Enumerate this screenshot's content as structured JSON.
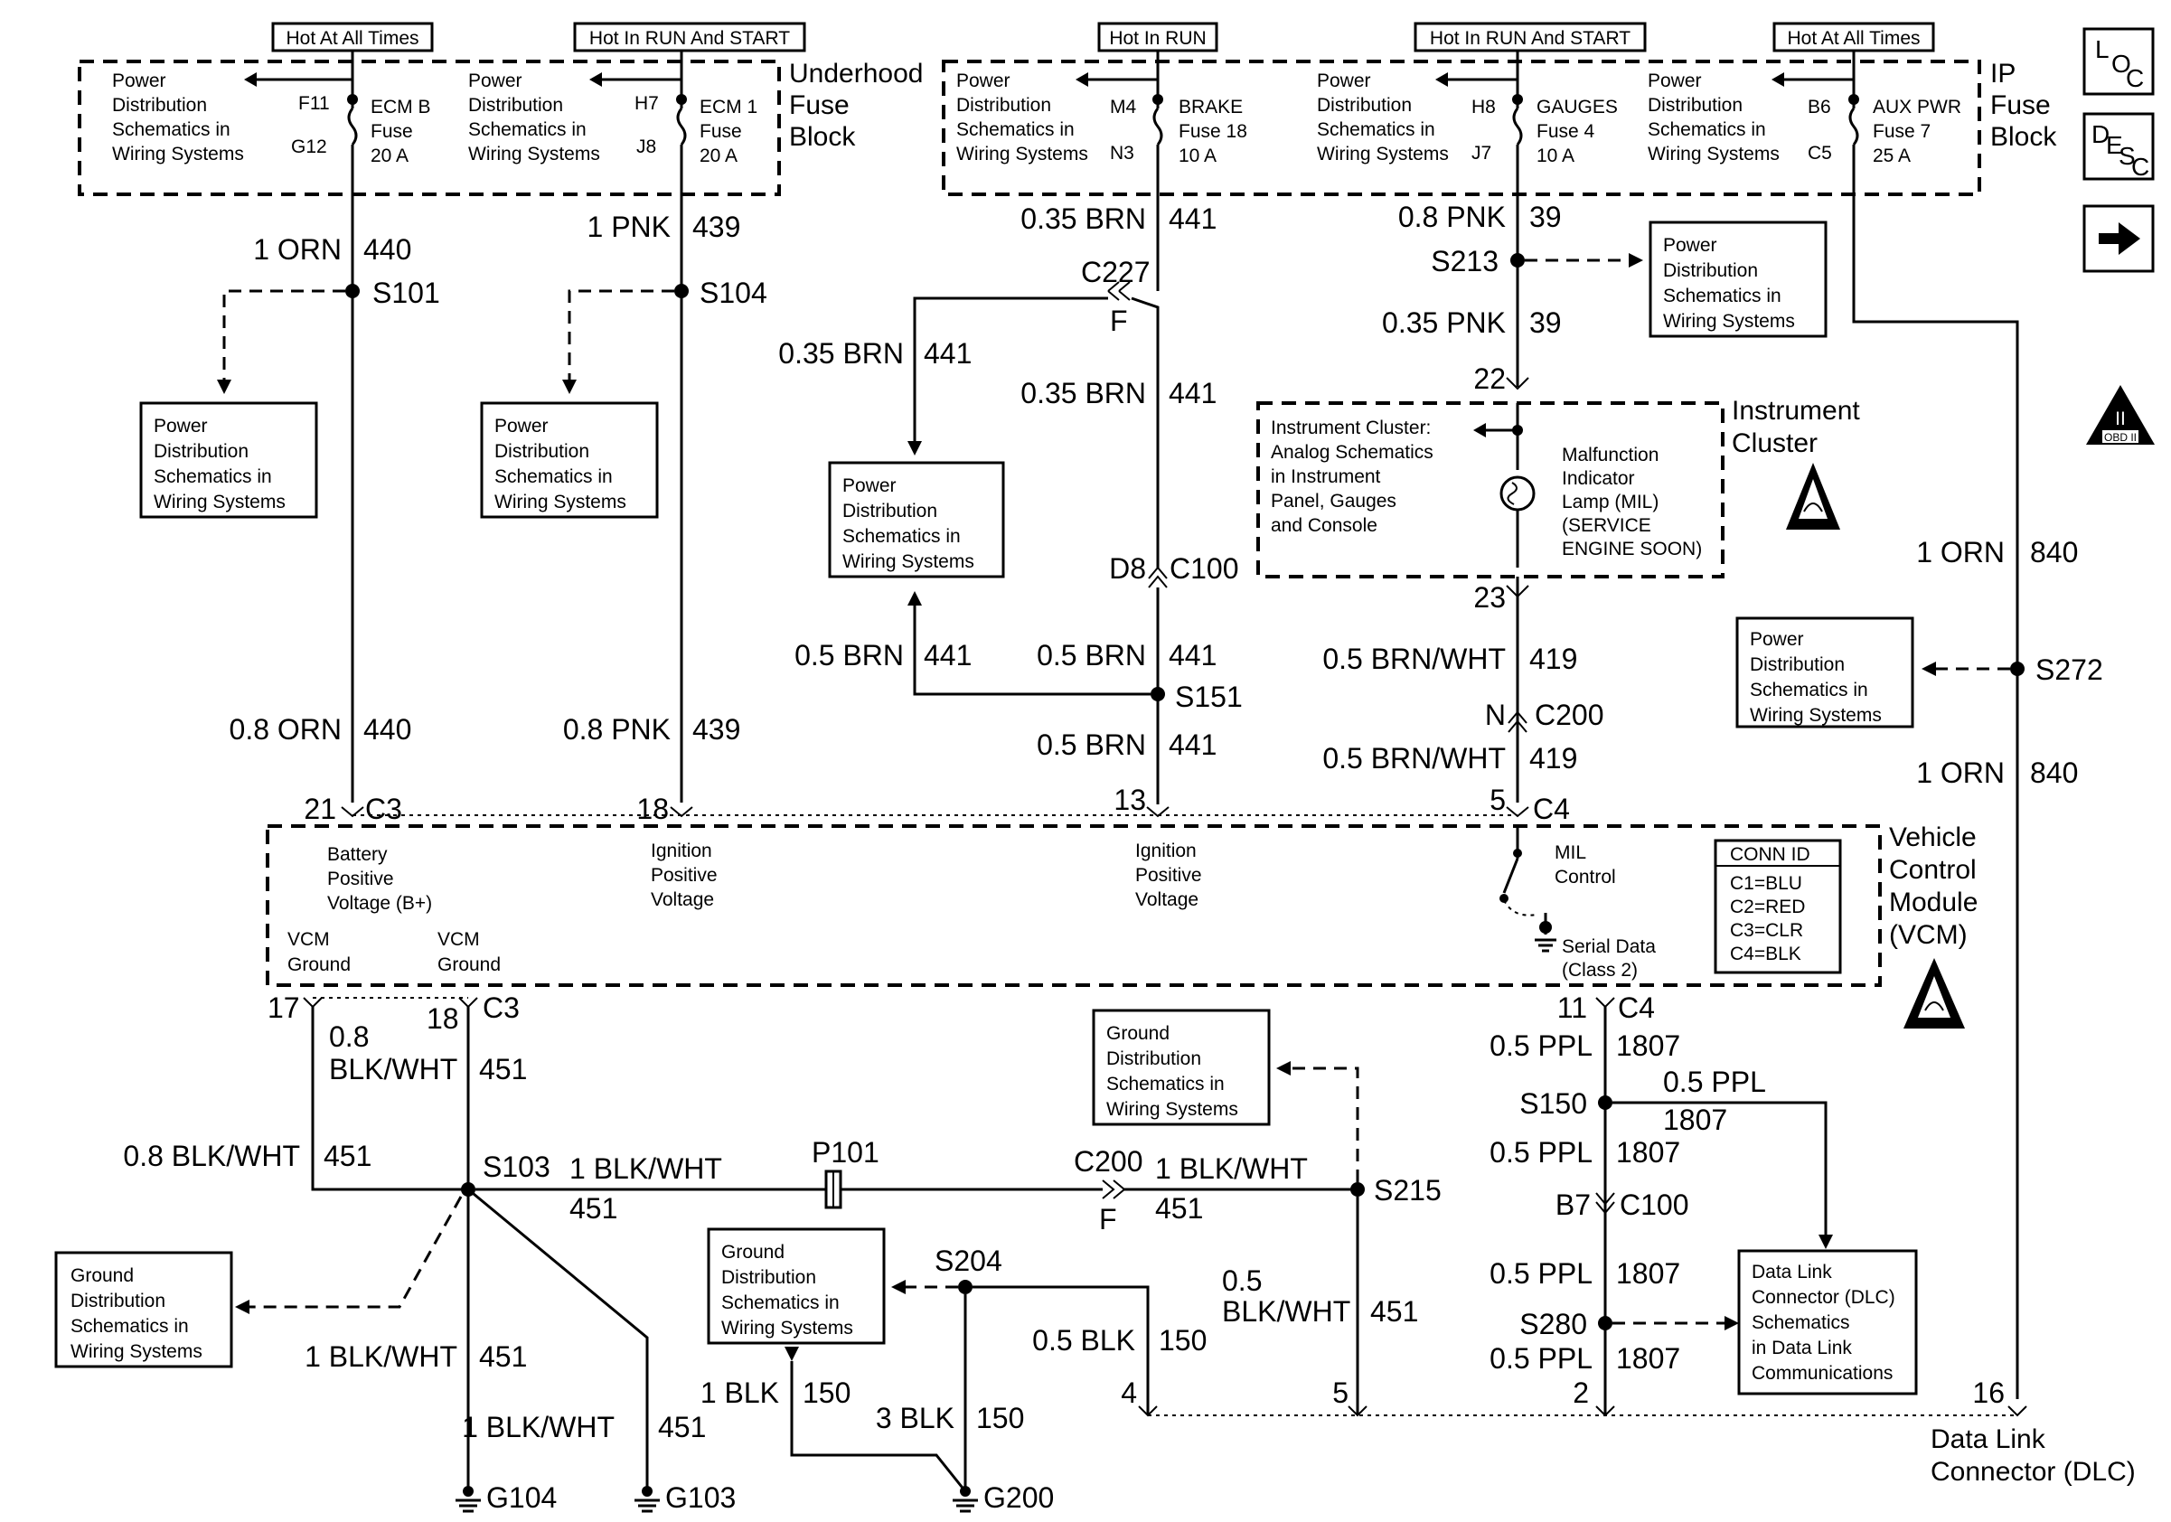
{
  "hot": {
    "always_1": "Hot At All Times",
    "run_start_1": "Hot In RUN And START",
    "run": "Hot In RUN",
    "run_start_2": "Hot In RUN And START",
    "always_2": "Hot At All Times"
  },
  "blocks": {
    "underhood": [
      "Underhood",
      "Fuse",
      "Block"
    ],
    "ip": [
      "IP",
      "Fuse",
      "Block"
    ],
    "ic": [
      "Instrument",
      "Cluster"
    ],
    "vcm": [
      "Vehicle",
      "Control",
      "Module",
      "(VCM)"
    ],
    "dlc": [
      "Data Link",
      "Connector (DLC)"
    ]
  },
  "pd_lines": [
    "Power",
    "Distribution",
    "Schematics in",
    "Wiring Systems"
  ],
  "gd_lines": [
    "Ground",
    "Distribution",
    "Schematics in",
    "Wiring Systems"
  ],
  "fuses": {
    "ecmb": {
      "top": "F11",
      "bot": "G12",
      "name": [
        "ECM B",
        "Fuse",
        "20 A"
      ]
    },
    "ecm1": {
      "top": "H7",
      "bot": "J8",
      "name": [
        "ECM 1",
        "Fuse",
        "20 A"
      ]
    },
    "brake": {
      "top": "M4",
      "bot": "N3",
      "name": [
        "BRAKE",
        "Fuse 18",
        "10 A"
      ]
    },
    "gauges": {
      "top": "H8",
      "bot": "J7",
      "name": [
        "GAUGES",
        "Fuse 4",
        "10 A"
      ]
    },
    "aux": {
      "top": "B6",
      "bot": "C5",
      "name": [
        "AUX PWR",
        "Fuse 7",
        "25 A"
      ]
    }
  },
  "wires": {
    "orn1": "1 ORN",
    "c440": "440",
    "pnk1": "1 PNK",
    "c439": "439",
    "brn035": "0.35 BRN",
    "c441": "441",
    "pnk08": "0.8 PNK",
    "c39": "39",
    "pnk035": "0.35 PNK",
    "orn08": "0.8 ORN",
    "pnk08b": "0.8 PNK",
    "brn05": "0.5 BRN",
    "brnwht05": "0.5 BRN/WHT",
    "c419": "419",
    "orn1b": "1 ORN",
    "c840": "840",
    "blkwht08": "0.8",
    "blkwht08b": "BLK/WHT",
    "c451": "451",
    "blkwht08c": "0.8 BLK/WHT",
    "blkwht1": "1 BLK/WHT",
    "ppl05": "0.5 PPL",
    "c1807": "1807",
    "blk05": "0.5 BLK",
    "c150": "150",
    "blk1": "1 BLK",
    "blk3": "3 BLK",
    "blkwht05a": "0.5",
    "blkwht05b": "BLK/WHT"
  },
  "splices": {
    "s101": "S101",
    "s104": "S104",
    "s213": "S213",
    "s151": "S151",
    "s272": "S272",
    "s103": "S103",
    "s215": "S215",
    "s204": "S204",
    "s150": "S150",
    "s280": "S280",
    "p101": "P101"
  },
  "connectors": {
    "c227": "C227",
    "f1": "F",
    "d8": "D8",
    "c100": "C100",
    "n": "N",
    "c200": "C200",
    "c200b": "C200",
    "f2": "F",
    "b7": "B7",
    "c100b": "C100",
    "c3a": "C3",
    "c4a": "C4",
    "c3b": "C3",
    "c4b": "C4",
    "p21": "21",
    "p18": "18",
    "p13": "13",
    "p5": "5",
    "p22": "22",
    "p23": "23",
    "p17": "17",
    "p18b": "18",
    "p11": "11",
    "d4": "4",
    "d5": "5",
    "d2": "2",
    "d16": "16"
  },
  "grounds": {
    "g104": "G104",
    "g103": "G103",
    "g200": "G200"
  },
  "vcm_text": {
    "batt": [
      "Battery",
      "Positive",
      "Voltage (B+)"
    ],
    "ign1": [
      "Ignition",
      "Positive",
      "Voltage"
    ],
    "ign2": [
      "Ignition",
      "Positive",
      "Voltage"
    ],
    "mil": [
      "MIL",
      "Control"
    ],
    "serial": [
      "Serial Data",
      "(Class 2)"
    ],
    "gnd1": [
      "VCM",
      "Ground"
    ],
    "gnd2": [
      "VCM",
      "Ground"
    ]
  },
  "conn_id": {
    "title": "CONN ID",
    "rows": [
      "C1=BLU",
      "C2=RED",
      "C3=CLR",
      "C4=BLK"
    ]
  },
  "ic_text": {
    "analog": [
      "Instrument Cluster:",
      "Analog Schematics",
      "in Instrument",
      "Panel, Gauges",
      "and Console"
    ],
    "mil": [
      "Malfunction",
      "Indicator",
      "Lamp (MIL)",
      "(SERVICE",
      "ENGINE SOON)"
    ]
  },
  "dlc_text": [
    "Data Link",
    "Connector (DLC)",
    "Schematics",
    "in Data Link",
    "Communications"
  ],
  "icons": {
    "loc": [
      "L",
      "O",
      "C"
    ],
    "desc": [
      "D",
      "E",
      "S",
      "C"
    ],
    "next": "right-arrow-icon",
    "obd": "OBD II",
    "obd_top": "II"
  }
}
